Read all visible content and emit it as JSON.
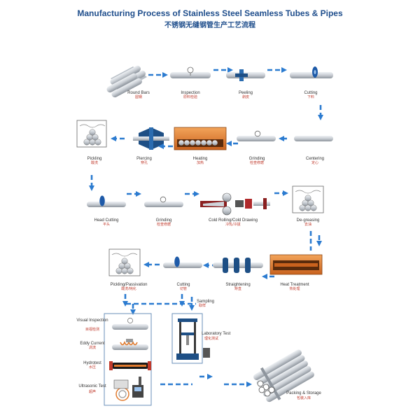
{
  "title_en": "Manufacturing Process of Stainless Steel Seamless Tubes & Pipes",
  "title_cn": "不锈钢无缝钢管生产工艺流程",
  "steps": {
    "round_bars": {
      "en": "Round Bars",
      "cn": "圆钢"
    },
    "inspection": {
      "en": "Inspection",
      "cn": "原料检验"
    },
    "peeling": {
      "en": "Peeling",
      "cn": "剥皮"
    },
    "cutting1": {
      "en": "Cutting",
      "cn": "下料"
    },
    "centering": {
      "en": "Centering",
      "cn": "定心"
    },
    "grinding1": {
      "en": "Grinding",
      "cn": "检查修磨"
    },
    "heating": {
      "en": "Heating",
      "cn": "加热"
    },
    "piercing": {
      "en": "Piercing",
      "cn": "穿孔"
    },
    "pickling1": {
      "en": "Pickling",
      "cn": "酸洗"
    },
    "head_cutting": {
      "en": "Head Cutting",
      "cn": "平头"
    },
    "grinding2": {
      "en": "Grinding",
      "cn": "检查修磨"
    },
    "cold_rolling": {
      "en": "Cold Rolling/Cold Drawing",
      "cn": "冷轧/冷拔"
    },
    "degreasing": {
      "en": "De-greasing",
      "cn": "去油"
    },
    "heat_treatment": {
      "en": "Heat Treatment",
      "cn": "热处理"
    },
    "straightening": {
      "en": "Straightening",
      "cn": "矫直"
    },
    "cutting2": {
      "en": "Cutting",
      "cn": "切管"
    },
    "pickling_passivation": {
      "en": "Pickling/Passivation",
      "cn": "酸洗/钝化"
    },
    "sampling": {
      "en": "Sampling",
      "cn": "取样"
    },
    "visual_inspection": {
      "en": "Visual Inspection",
      "cn": "目视检测"
    },
    "eddy_current": {
      "en": "Eddy Current",
      "cn": "涡流"
    },
    "hydrotest": {
      "en": "Hydrotest",
      "cn": "水压"
    },
    "ultrasonic": {
      "en": "Ultrasonic Test",
      "cn": "超声"
    },
    "lab_test": {
      "en": "Laboratory Test",
      "cn": "理化测试"
    },
    "packing": {
      "en": "Packing & Storage",
      "cn": "包装入库"
    }
  },
  "colors": {
    "title": "#1f4e8c",
    "arrow": "#2b7bd0",
    "furnace": "#e07a2e",
    "steel": "#c8cdd3"
  }
}
